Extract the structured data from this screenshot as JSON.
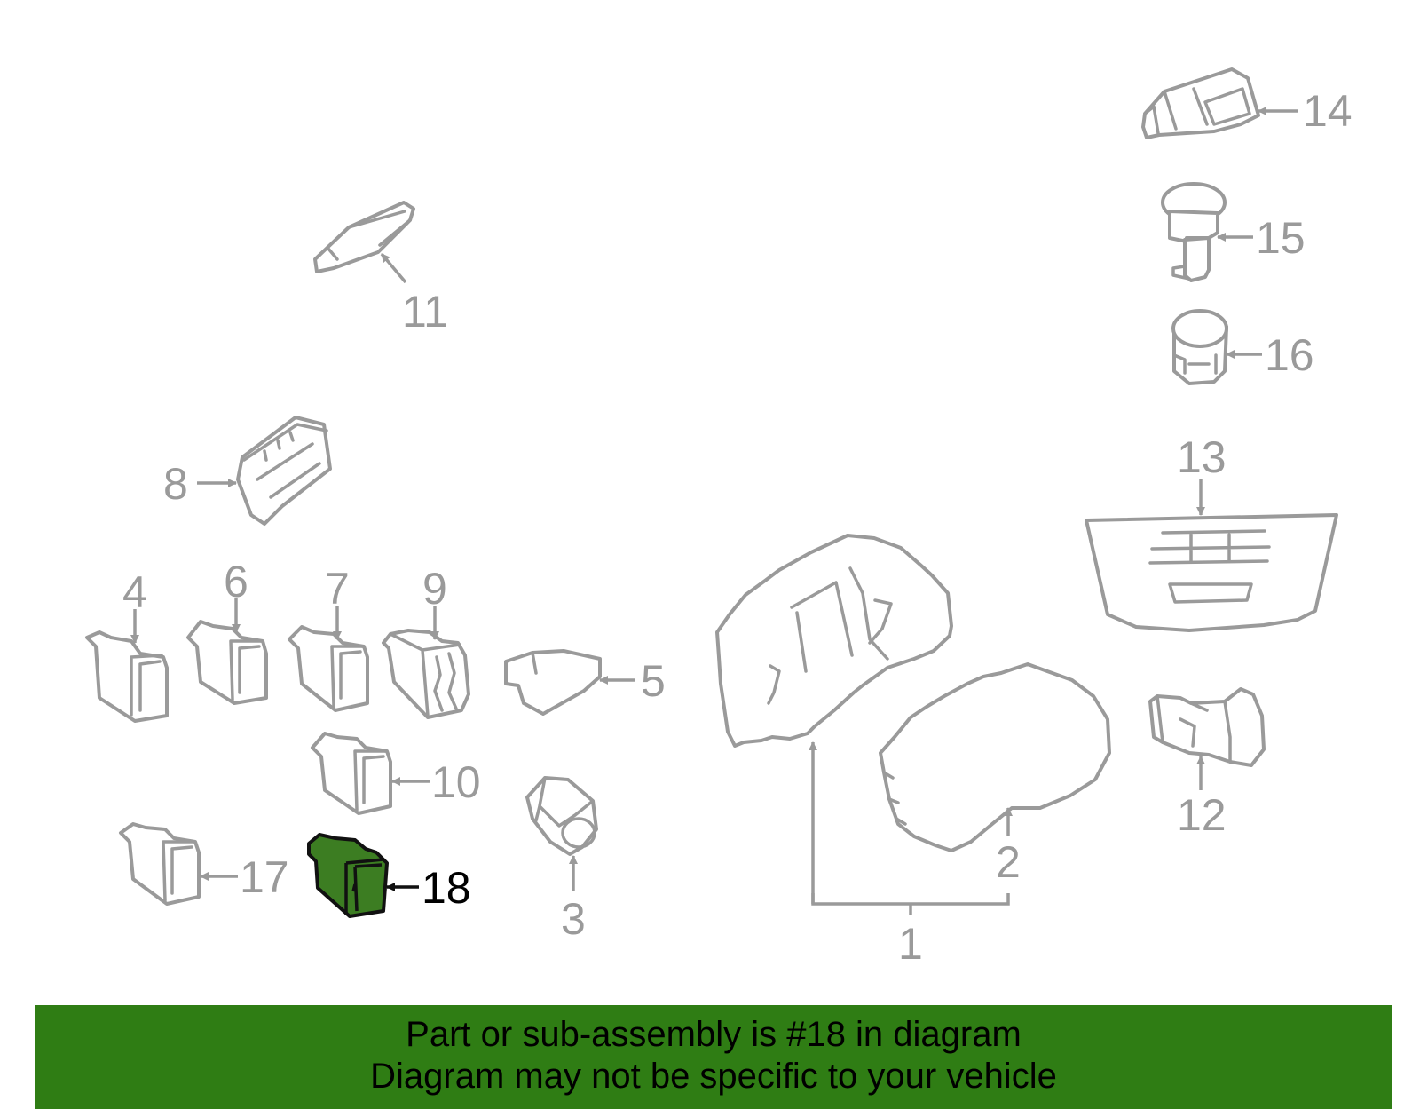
{
  "diagram": {
    "labels": {
      "c1": "1",
      "c2": "2",
      "c3": "3",
      "c4": "4",
      "c5": "5",
      "c6": "6",
      "c7": "7",
      "c8": "8",
      "c9": "9",
      "c10": "10",
      "c11": "11",
      "c12": "12",
      "c13": "13",
      "c14": "14",
      "c15": "15",
      "c16": "16",
      "c17": "17",
      "c18": "18"
    },
    "highlighted_callout": "18",
    "highlight_color": "#3c7d22",
    "line_color": "#9a9a9a"
  },
  "banner": {
    "line1": "Part or sub-assembly is #18 in diagram",
    "line2": "Diagram may not be specific to your vehicle",
    "background_color": "#2f7d14"
  }
}
